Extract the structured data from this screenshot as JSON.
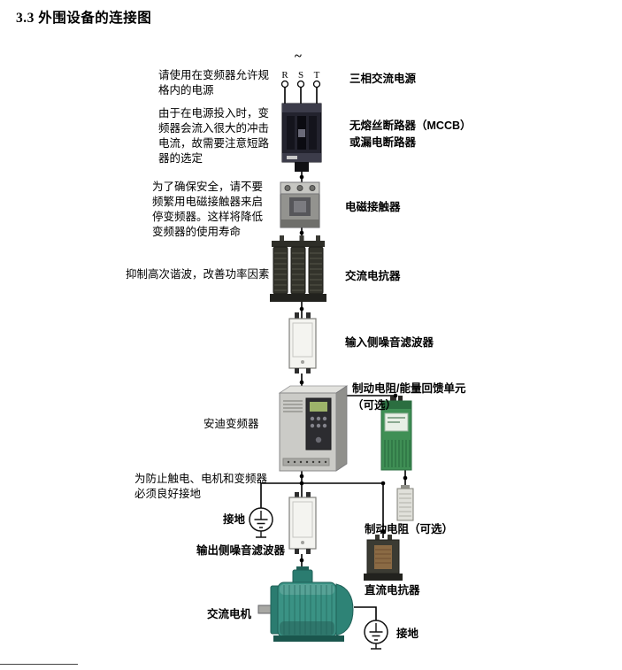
{
  "page": {
    "title": "3.3 外围设备的连接图"
  },
  "power": {
    "tilde": "~",
    "phases": [
      "R",
      "S",
      "T"
    ]
  },
  "left_labels": {
    "power_spec": "请使用在变频器允许规\n格内的电源",
    "inrush_current": "由于在电源投入时，变\n频器会流入很大的冲击\n电流，故需要注意短路\n器的选定",
    "contactor_warning": "为了确保安全，请不要\n频繁用电磁接触器来启\n停变频器。这样将降低\n变频器的使用寿命",
    "harmonics": "抑制高次谐波，改善功率因素",
    "inverter_name": "安迪变频器",
    "grounding_note": "为防止触电、电机和变频器\n必须良好接地",
    "ground": "接地",
    "output_filter": "输出侧噪音滤波器",
    "motor": "交流电机"
  },
  "right_labels": {
    "power_source": "三相交流电源",
    "mccb": "无熔丝断路器（MCCB）\n或漏电断路器",
    "contactor": "电磁接触器",
    "ac_reactor": "交流电抗器",
    "input_filter": "输入侧噪音滤波器",
    "braking_unit": "制动电阻/能量回馈单元\n（可选）",
    "braking_resistor": "制动电阻（可选）",
    "dc_reactor": "直流电抗器",
    "ground": "接地"
  },
  "colors": {
    "wire": "#000000",
    "mccb_body": "#23232e",
    "contactor_body": "#93938f",
    "reactor_body": "#33332b",
    "filter_body": "#f4f4f0",
    "inverter_body": "#cbcbc7",
    "braking_unit_body": "#3f8f55",
    "motor_body": "#3a9284"
  }
}
